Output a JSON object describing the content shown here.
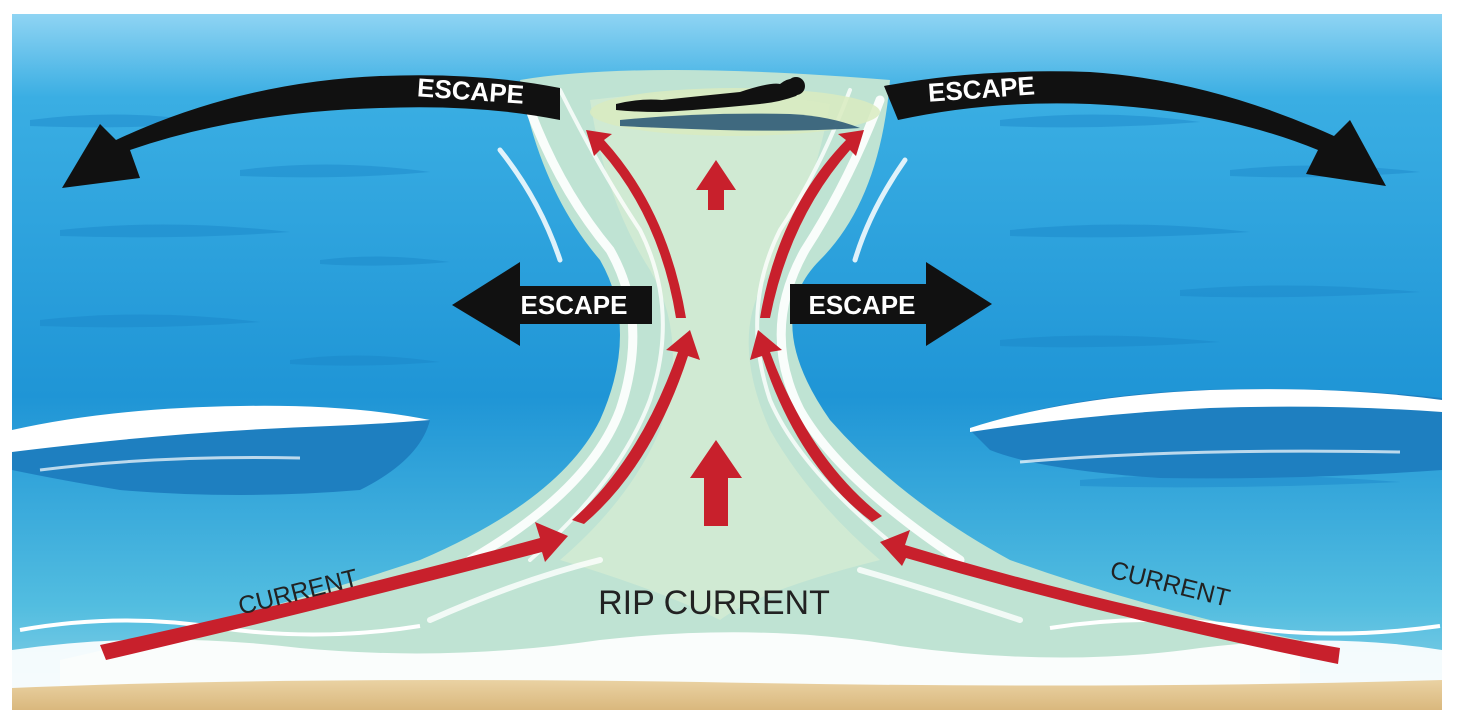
{
  "diagram": {
    "escape_upper_left": "ESCAPE",
    "escape_upper_right": "ESCAPE",
    "escape_mid_left": "ESCAPE",
    "escape_mid_right": "ESCAPE",
    "current_left": "CURRENT",
    "current_right": "CURRENT",
    "rip_current": "RIP CURRENT"
  },
  "colors": {
    "ocean": "#2fa3dc",
    "rip_water": "#bfe3d3",
    "foam": "#ffffff",
    "sand": "#e2c592",
    "flow_arrow": "#c8202c",
    "escape_arrow": "#111111",
    "escape_text": "#ffffff",
    "label_text": "#222222"
  },
  "icons": {
    "swimmer": "swimmer-icon"
  }
}
